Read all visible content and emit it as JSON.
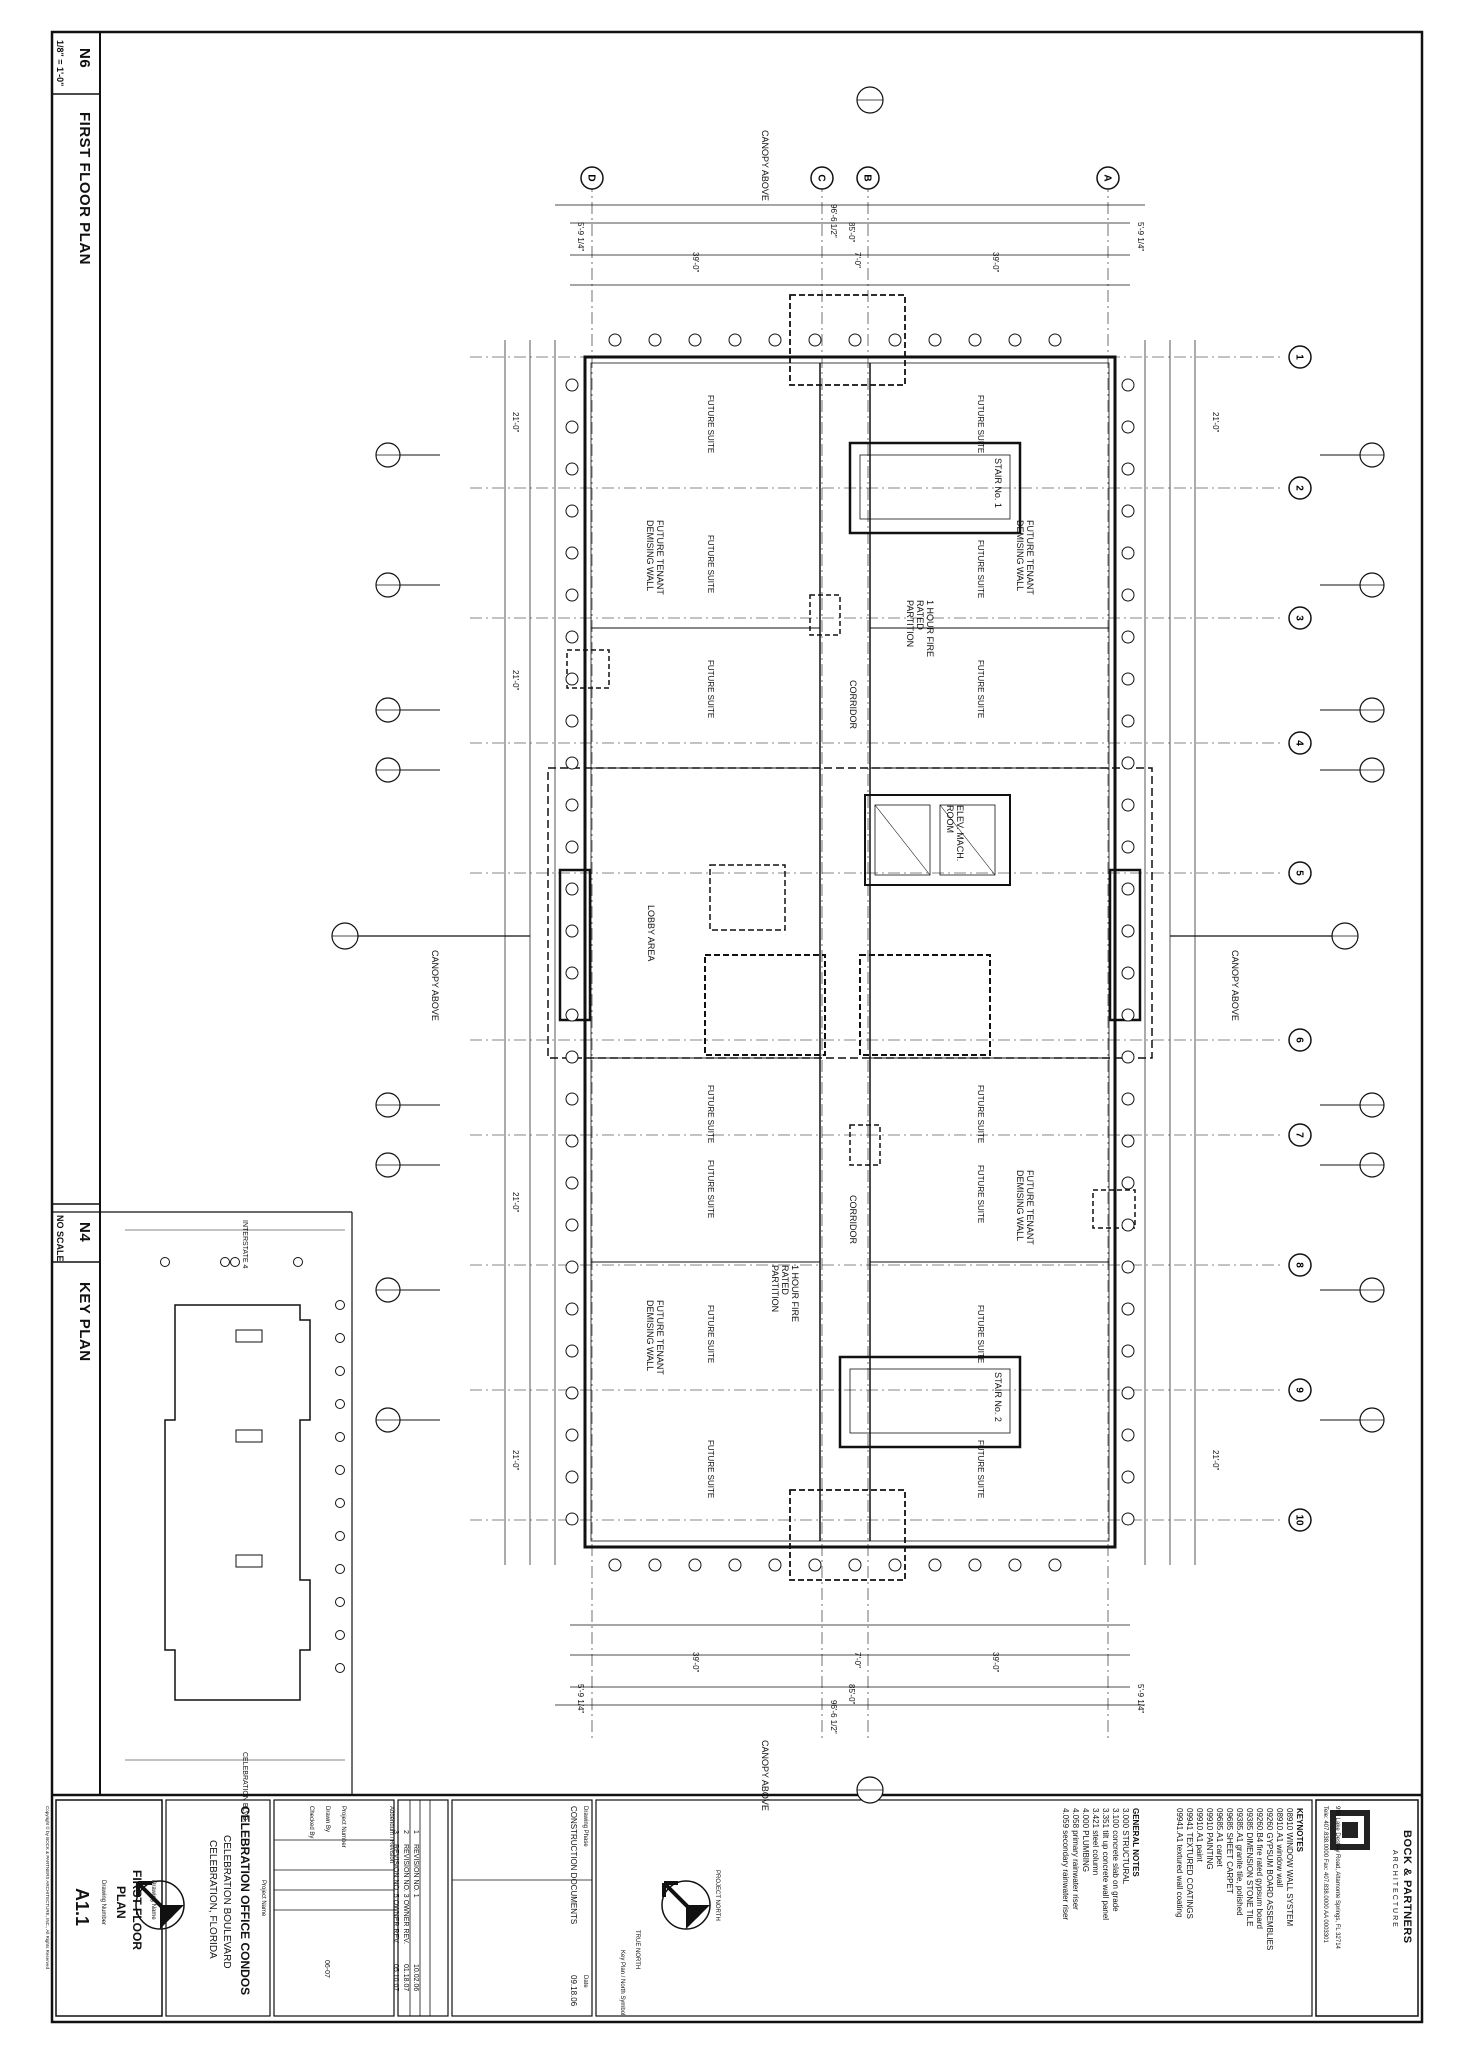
{
  "drawing": {
    "main_view_number": "N6",
    "main_view_title": "FIRST FLOOR PLAN",
    "main_view_scale": "1/8\" = 1'-0\"",
    "key_view_number": "N4",
    "key_view_title": "KEY PLAN",
    "key_view_scale": "NO SCALE",
    "key_top_label": "INTERSTATE 4",
    "key_bottom_label": "CELEBRATION BLVD."
  },
  "grid": {
    "numbers": [
      "1",
      "2",
      "3",
      "4",
      "5",
      "6",
      "7",
      "8",
      "9",
      "10"
    ],
    "letters_top": [
      "D",
      "C",
      "B",
      "A"
    ]
  },
  "dims": {
    "overall": "96'-6 1/2\"",
    "inner": "85'-0\"",
    "half": "39'-0\"",
    "core": "7'-0\"",
    "edge": "5'-9 1/4\"",
    "bay": "21'-0\""
  },
  "rooms": {
    "stair1": "STAIR No. 1",
    "stair2": "STAIR No. 2",
    "lobby": "LOBBY AREA",
    "corridor": "CORRIDOR",
    "elev": "ELEV. MACH. ROOM",
    "tenant": "FUTURE TENANT DEMISING WALL",
    "suite": "FUTURE SUITE",
    "rated": "1 HOUR FIRE RATED PARTITION",
    "canopy": "CANOPY ABOVE"
  },
  "firm": {
    "name": "BOCK & PARTNERS",
    "sub": "ARCHITECTURE",
    "address": "995 Lake Destiny Road, Altamonte Springs, FL 32714",
    "phone": "Tele: 407.838.0000  Fax: 407.838.0000  AA 0003301"
  },
  "keynotes": {
    "header": "KEYNOTES",
    "items": [
      "08910  WINDOW WALL SYSTEM",
      "08910.A1  window wall",
      "09260  GYPSUM BOARD ASSEMBLIES",
      "09260.B4  fire rated gypsum board",
      "09385  DIMENSION STONE TILE",
      "09385.A1  granite tile, polished",
      "09685  SHEET CARPET",
      "09685.A1  carpet",
      "09910  PAINTING",
      "09910.A1  paint",
      "09941  TEXTURED COATINGS",
      "09941.A1  textured wall coating"
    ],
    "general_header": "GENERAL NOTES",
    "general": [
      "3.000  STRUCTURAL",
      "3.100  concrete slab on grade",
      "3.351  tilt up concrete wall panel",
      "3.421  steel column",
      "4.000  PLUMBING",
      "4.058  primary rainwater riser",
      "4.059  secondary rainwater riser"
    ]
  },
  "titleblock": {
    "key_plan_legend": "Key Plan / North Symbol",
    "true_north": "TRUE NORTH",
    "project_north": "PROJECT NORTH",
    "phase_label": "Drawing Phase",
    "phase": "CONSTRUCTION DOCUMENTS",
    "date_label": "Date",
    "phase_date": "09.18.06",
    "rev_header": "Addendum / Revision",
    "revisions": [
      {
        "no": "1",
        "desc": "REVISION NO. 1",
        "date": "10.02.06"
      },
      {
        "no": "2",
        "desc": "REVISION NO. 3 OWNER REV.",
        "date": "01.18.07"
      },
      {
        "no": "3",
        "desc": "REVISION NO. 5 OWNER REV.",
        "date": "05.10.07"
      }
    ],
    "project_number_label": "Project Number",
    "drawn_by_label": "Drawn By",
    "checked_by_label": "Checked By",
    "drawn_date": "06-07",
    "project_name_label": "Project Name",
    "project_name_1": "CELEBRATION OFFICE CONDOS",
    "project_name_2": "CELEBRATION BOULEVARD",
    "project_name_3": "CELEBRATION, FLORIDA",
    "drawing_name_label": "Drawing Name",
    "drawing_name_1": "FIRST FLOOR",
    "drawing_name_2": "PLAN",
    "drawing_number_label": "Drawing Number",
    "drawing_number": "A1.1",
    "copyright": "Copyright © by BOCK & PARTNERS ARCHITECTURE, INC., All Rights Reserved"
  }
}
